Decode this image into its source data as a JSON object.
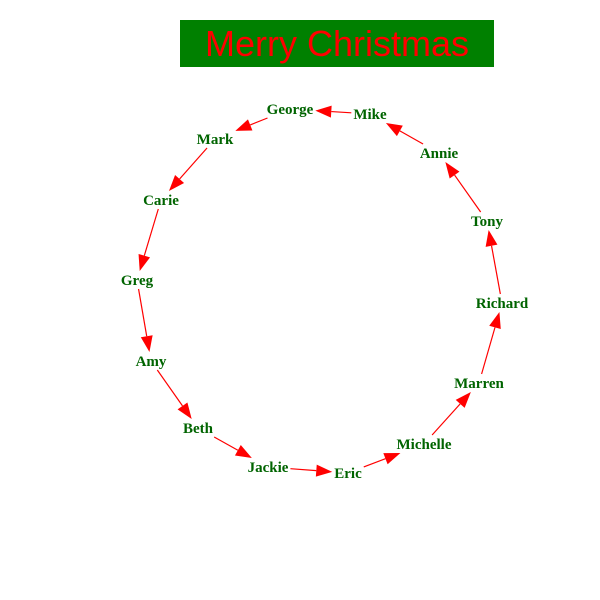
{
  "banner": {
    "text": "Merry Christmas",
    "background": "#008000",
    "text_color": "#ff0000"
  },
  "diagram": {
    "label_color": "#006400",
    "arrow_color": "#ff0000",
    "nodes": [
      {
        "id": "george",
        "label": "George"
      },
      {
        "id": "mark",
        "label": "Mark"
      },
      {
        "id": "carie",
        "label": "Carie"
      },
      {
        "id": "greg",
        "label": "Greg"
      },
      {
        "id": "amy",
        "label": "Amy"
      },
      {
        "id": "beth",
        "label": "Beth"
      },
      {
        "id": "jackie",
        "label": "Jackie"
      },
      {
        "id": "eric",
        "label": "Eric"
      },
      {
        "id": "michelle",
        "label": "Michelle"
      },
      {
        "id": "marren",
        "label": "Marren"
      },
      {
        "id": "richard",
        "label": "Richard"
      },
      {
        "id": "tony",
        "label": "Tony"
      },
      {
        "id": "annie",
        "label": "Annie"
      },
      {
        "id": "mike",
        "label": "Mike"
      }
    ],
    "edges": [
      {
        "from": "george",
        "to": "mark"
      },
      {
        "from": "mark",
        "to": "carie"
      },
      {
        "from": "carie",
        "to": "greg"
      },
      {
        "from": "greg",
        "to": "amy"
      },
      {
        "from": "amy",
        "to": "beth"
      },
      {
        "from": "beth",
        "to": "jackie"
      },
      {
        "from": "jackie",
        "to": "eric"
      },
      {
        "from": "eric",
        "to": "michelle"
      },
      {
        "from": "michelle",
        "to": "marren"
      },
      {
        "from": "marren",
        "to": "richard"
      },
      {
        "from": "richard",
        "to": "tony"
      },
      {
        "from": "tony",
        "to": "annie"
      },
      {
        "from": "annie",
        "to": "mike"
      },
      {
        "from": "mike",
        "to": "george"
      }
    ]
  }
}
